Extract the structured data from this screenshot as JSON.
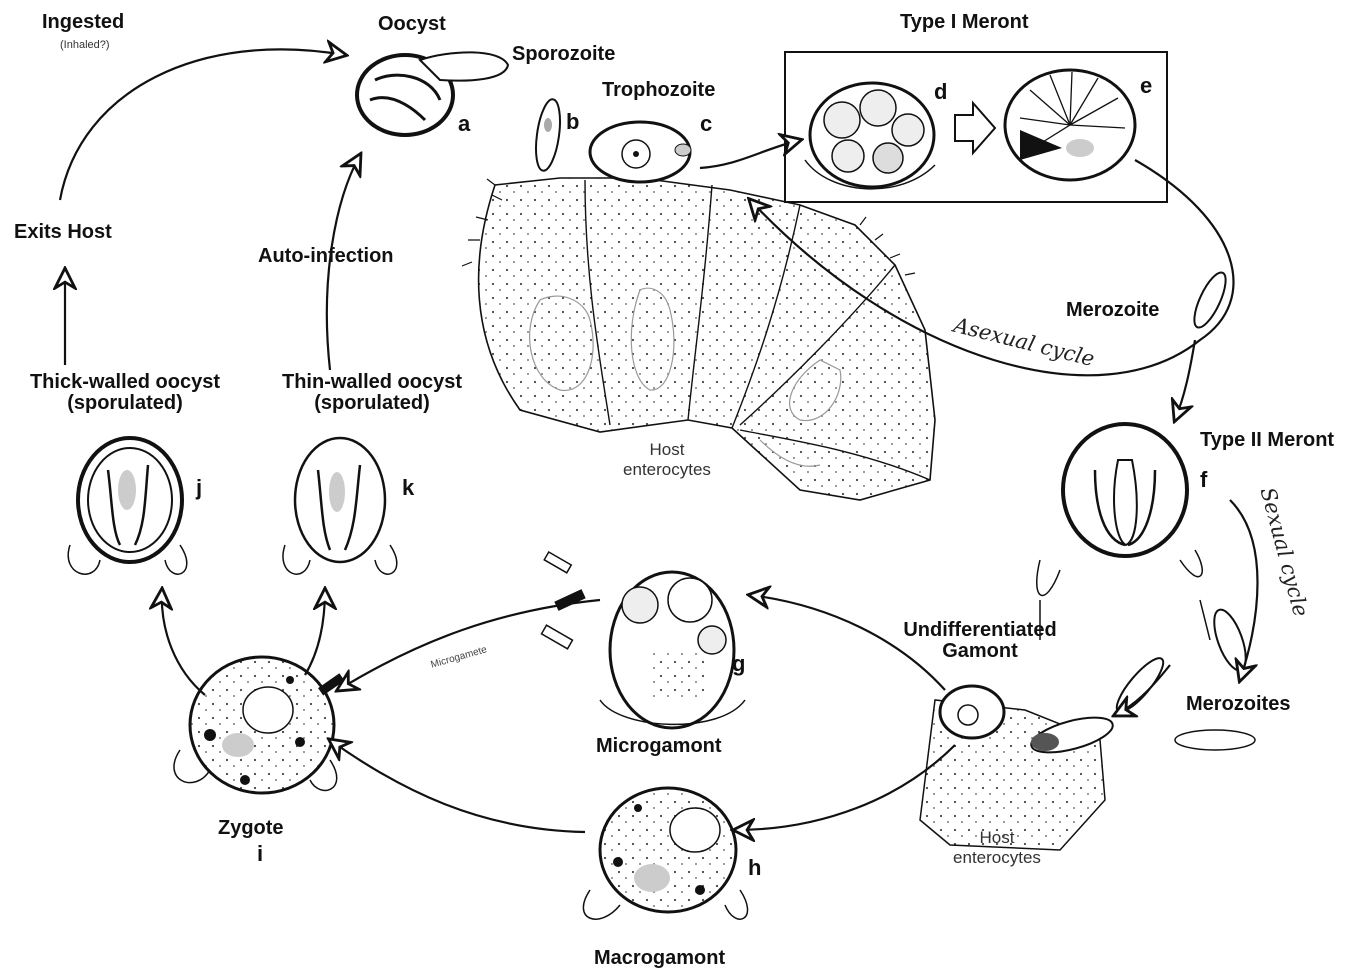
{
  "labels": {
    "ingested": "Ingested",
    "inhaled": "(Inhaled?)",
    "oocyst": "Oocyst",
    "sporozoite": "Sporozoite",
    "trophozoite": "Trophozoite",
    "type1_meront": "Type I Meront",
    "exits_host": "Exits Host",
    "auto_infection": "Auto-infection",
    "merozoite": "Merozoite",
    "asexual_cycle": "Asexual cycle",
    "sexual_cycle": "Sexual cycle",
    "thick_walled_1": "Thick-walled oocyst",
    "thick_walled_2": "(sporulated)",
    "thin_walled_1": "Thin-walled oocyst",
    "thin_walled_2": "(sporulated)",
    "type2_meront": "Type II Meront",
    "host_entero_1": "Host",
    "host_entero_2": "enterocytes",
    "host_entero_b1": "Host",
    "host_entero_b2": "enterocytes",
    "undiff_1": "Undifferentiated",
    "undiff_2": "Gamont",
    "merozoites": "Merozoites",
    "microgamete": "Microgamete",
    "microgamont": "Microgamont",
    "macrogamont": "Macrogamont",
    "zygote": "Zygote"
  },
  "letters": {
    "a": "a",
    "b": "b",
    "c": "c",
    "d": "d",
    "e": "e",
    "f": "f",
    "g": "g",
    "h": "h",
    "i": "i",
    "j": "j",
    "k": "k"
  }
}
